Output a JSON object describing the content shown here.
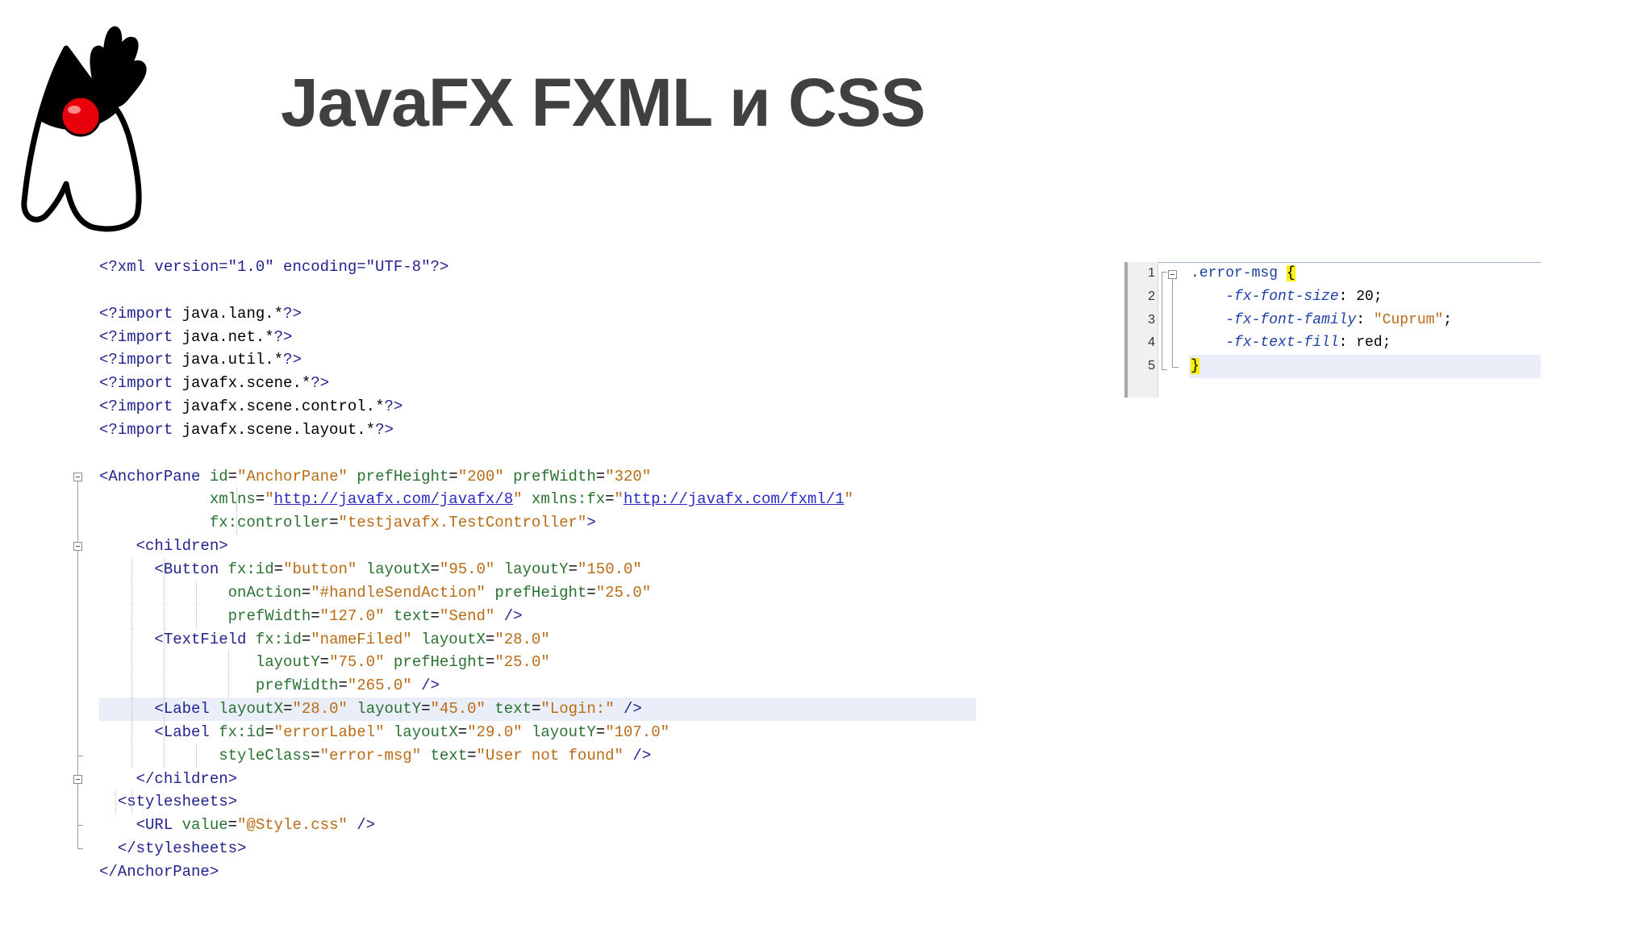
{
  "slide": {
    "title": "JavaFX FXML и CSS"
  },
  "fxml": {
    "lines": [
      [
        {
          "c": "t",
          "s": "<?xml version=\"1.0\" encoding=\"UTF-8\"?>"
        }
      ],
      [],
      [
        {
          "c": "t",
          "s": "<?import "
        },
        {
          "c": "d",
          "s": "java.lang.*"
        },
        {
          "c": "t",
          "s": "?>"
        }
      ],
      [
        {
          "c": "t",
          "s": "<?import "
        },
        {
          "c": "d",
          "s": "java.net.*"
        },
        {
          "c": "t",
          "s": "?>"
        }
      ],
      [
        {
          "c": "t",
          "s": "<?import "
        },
        {
          "c": "d",
          "s": "java.util.*"
        },
        {
          "c": "t",
          "s": "?>"
        }
      ],
      [
        {
          "c": "t",
          "s": "<?import "
        },
        {
          "c": "d",
          "s": "javafx.scene.*"
        },
        {
          "c": "t",
          "s": "?>"
        }
      ],
      [
        {
          "c": "t",
          "s": "<?import "
        },
        {
          "c": "d",
          "s": "javafx.scene.control.*"
        },
        {
          "c": "t",
          "s": "?>"
        }
      ],
      [
        {
          "c": "t",
          "s": "<?import "
        },
        {
          "c": "d",
          "s": "javafx.scene.layout.*"
        },
        {
          "c": "t",
          "s": "?>"
        }
      ],
      [],
      [
        {
          "c": "t",
          "s": "<AnchorPane "
        },
        {
          "c": "a",
          "s": "id"
        },
        {
          "c": "d",
          "s": "="
        },
        {
          "c": "v",
          "s": "\"AnchorPane\""
        },
        {
          "c": "d",
          "s": " "
        },
        {
          "c": "a",
          "s": "prefHeight"
        },
        {
          "c": "d",
          "s": "="
        },
        {
          "c": "v",
          "s": "\"200\""
        },
        {
          "c": "d",
          "s": " "
        },
        {
          "c": "a",
          "s": "prefWidth"
        },
        {
          "c": "d",
          "s": "="
        },
        {
          "c": "v",
          "s": "\"320\""
        }
      ],
      [
        {
          "c": "d",
          "s": "            "
        },
        {
          "c": "a",
          "s": "xmlns"
        },
        {
          "c": "d",
          "s": "="
        },
        {
          "c": "v",
          "s": "\""
        },
        {
          "c": "u",
          "s": "http://javafx.com/javafx/8"
        },
        {
          "c": "v",
          "s": "\""
        },
        {
          "c": "d",
          "s": " "
        },
        {
          "c": "a",
          "s": "xmlns:fx"
        },
        {
          "c": "d",
          "s": "="
        },
        {
          "c": "v",
          "s": "\""
        },
        {
          "c": "u",
          "s": "http://javafx.com/fxml/1"
        },
        {
          "c": "v",
          "s": "\""
        }
      ],
      [
        {
          "c": "d",
          "s": "            "
        },
        {
          "c": "a",
          "s": "fx:controller"
        },
        {
          "c": "d",
          "s": "="
        },
        {
          "c": "v",
          "s": "\"testjavafx.TestController\""
        },
        {
          "c": "t",
          "s": ">"
        }
      ],
      [
        {
          "c": "d",
          "s": "    "
        },
        {
          "c": "t",
          "s": "<children>"
        }
      ],
      [
        {
          "c": "d",
          "s": "      "
        },
        {
          "c": "t",
          "s": "<Button "
        },
        {
          "c": "a",
          "s": "fx:id"
        },
        {
          "c": "d",
          "s": "="
        },
        {
          "c": "v",
          "s": "\"button\""
        },
        {
          "c": "d",
          "s": " "
        },
        {
          "c": "a",
          "s": "layoutX"
        },
        {
          "c": "d",
          "s": "="
        },
        {
          "c": "v",
          "s": "\"95.0\""
        },
        {
          "c": "d",
          "s": " "
        },
        {
          "c": "a",
          "s": "layoutY"
        },
        {
          "c": "d",
          "s": "="
        },
        {
          "c": "v",
          "s": "\"150.0\""
        }
      ],
      [
        {
          "c": "d",
          "s": "              "
        },
        {
          "c": "a",
          "s": "onAction"
        },
        {
          "c": "d",
          "s": "="
        },
        {
          "c": "v",
          "s": "\"#handleSendAction\""
        },
        {
          "c": "d",
          "s": " "
        },
        {
          "c": "a",
          "s": "prefHeight"
        },
        {
          "c": "d",
          "s": "="
        },
        {
          "c": "v",
          "s": "\"25.0\""
        }
      ],
      [
        {
          "c": "d",
          "s": "              "
        },
        {
          "c": "a",
          "s": "prefWidth"
        },
        {
          "c": "d",
          "s": "="
        },
        {
          "c": "v",
          "s": "\"127.0\""
        },
        {
          "c": "d",
          "s": " "
        },
        {
          "c": "a",
          "s": "text"
        },
        {
          "c": "d",
          "s": "="
        },
        {
          "c": "v",
          "s": "\"Send\""
        },
        {
          "c": "d",
          "s": " "
        },
        {
          "c": "t",
          "s": "/>"
        }
      ],
      [
        {
          "c": "d",
          "s": "      "
        },
        {
          "c": "t",
          "s": "<TextField "
        },
        {
          "c": "a",
          "s": "fx:id"
        },
        {
          "c": "d",
          "s": "="
        },
        {
          "c": "v",
          "s": "\"nameFiled\""
        },
        {
          "c": "d",
          "s": " "
        },
        {
          "c": "a",
          "s": "layoutX"
        },
        {
          "c": "d",
          "s": "="
        },
        {
          "c": "v",
          "s": "\"28.0\""
        }
      ],
      [
        {
          "c": "d",
          "s": "                 "
        },
        {
          "c": "a",
          "s": "layoutY"
        },
        {
          "c": "d",
          "s": "="
        },
        {
          "c": "v",
          "s": "\"75.0\""
        },
        {
          "c": "d",
          "s": " "
        },
        {
          "c": "a",
          "s": "prefHeight"
        },
        {
          "c": "d",
          "s": "="
        },
        {
          "c": "v",
          "s": "\"25.0\""
        }
      ],
      [
        {
          "c": "d",
          "s": "                 "
        },
        {
          "c": "a",
          "s": "prefWidth"
        },
        {
          "c": "d",
          "s": "="
        },
        {
          "c": "v",
          "s": "\"265.0\""
        },
        {
          "c": "d",
          "s": " "
        },
        {
          "c": "t",
          "s": "/>"
        }
      ],
      [
        {
          "c": "d",
          "s": "      "
        },
        {
          "c": "t",
          "s": "<Label "
        },
        {
          "c": "a",
          "s": "layoutX"
        },
        {
          "c": "d",
          "s": "="
        },
        {
          "c": "v",
          "s": "\"28.0\""
        },
        {
          "c": "d",
          "s": " "
        },
        {
          "c": "a",
          "s": "layoutY"
        },
        {
          "c": "d",
          "s": "="
        },
        {
          "c": "v",
          "s": "\"45.0\""
        },
        {
          "c": "d",
          "s": " "
        },
        {
          "c": "a",
          "s": "text"
        },
        {
          "c": "d",
          "s": "="
        },
        {
          "c": "v",
          "s": "\"Login:\""
        },
        {
          "c": "d",
          "s": " "
        },
        {
          "c": "t",
          "s": "/>"
        }
      ],
      [
        {
          "c": "d",
          "s": "      "
        },
        {
          "c": "t",
          "s": "<Label "
        },
        {
          "c": "a",
          "s": "fx:id"
        },
        {
          "c": "d",
          "s": "="
        },
        {
          "c": "v",
          "s": "\"errorLabel\""
        },
        {
          "c": "d",
          "s": " "
        },
        {
          "c": "a",
          "s": "layoutX"
        },
        {
          "c": "d",
          "s": "="
        },
        {
          "c": "v",
          "s": "\"29.0\""
        },
        {
          "c": "d",
          "s": " "
        },
        {
          "c": "a",
          "s": "layoutY"
        },
        {
          "c": "d",
          "s": "="
        },
        {
          "c": "v",
          "s": "\"107.0\""
        }
      ],
      [
        {
          "c": "d",
          "s": "             "
        },
        {
          "c": "a",
          "s": "styleClass"
        },
        {
          "c": "d",
          "s": "="
        },
        {
          "c": "v",
          "s": "\"error-msg\""
        },
        {
          "c": "d",
          "s": " "
        },
        {
          "c": "a",
          "s": "text"
        },
        {
          "c": "d",
          "s": "="
        },
        {
          "c": "v",
          "s": "\"User not found\""
        },
        {
          "c": "d",
          "s": " "
        },
        {
          "c": "t",
          "s": "/>"
        }
      ],
      [
        {
          "c": "d",
          "s": "    "
        },
        {
          "c": "t",
          "s": "</children>"
        }
      ],
      [
        {
          "c": "d",
          "s": "  "
        },
        {
          "c": "t",
          "s": "<stylesheets>"
        }
      ],
      [
        {
          "c": "d",
          "s": "    "
        },
        {
          "c": "t",
          "s": "<URL "
        },
        {
          "c": "a",
          "s": "value"
        },
        {
          "c": "d",
          "s": "="
        },
        {
          "c": "v",
          "s": "\"@Style.css\""
        },
        {
          "c": "d",
          "s": " "
        },
        {
          "c": "t",
          "s": "/>"
        }
      ],
      [
        {
          "c": "d",
          "s": "  "
        },
        {
          "c": "t",
          "s": "</stylesheets>"
        }
      ],
      [
        {
          "c": "t",
          "s": "</AnchorPane>"
        }
      ]
    ]
  },
  "css_editor": {
    "line_numbers": [
      "1",
      "2",
      "3",
      "4",
      "5"
    ],
    "lines": [
      [
        {
          "c": "cs",
          "s": ".error-msg "
        },
        {
          "c": "brace",
          "s": "{"
        }
      ],
      [
        {
          "c": "cv",
          "s": "    "
        },
        {
          "c": "cp",
          "s": "-fx-font-size"
        },
        {
          "c": "cv",
          "s": ": 20;"
        }
      ],
      [
        {
          "c": "cv",
          "s": "    "
        },
        {
          "c": "cp",
          "s": "-fx-font-family"
        },
        {
          "c": "cv",
          "s": ": "
        },
        {
          "c": "cq",
          "s": "\"Cuprum\""
        },
        {
          "c": "cv",
          "s": ";"
        }
      ],
      [
        {
          "c": "cv",
          "s": "    "
        },
        {
          "c": "cp",
          "s": "-fx-text-fill"
        },
        {
          "c": "cv",
          "s": ": red;"
        }
      ],
      [
        {
          "c": "brace",
          "s": "}"
        }
      ]
    ]
  },
  "colors": {
    "title": "#404040",
    "tag": "#22238e",
    "attribute": "#2b7232",
    "value": "#b96b16",
    "link": "#2b2bc4",
    "current_line": "#e9eef9",
    "brace_highlight": "#ffef00"
  },
  "icons": {
    "mascot": "java-duke-mascot-icon"
  }
}
